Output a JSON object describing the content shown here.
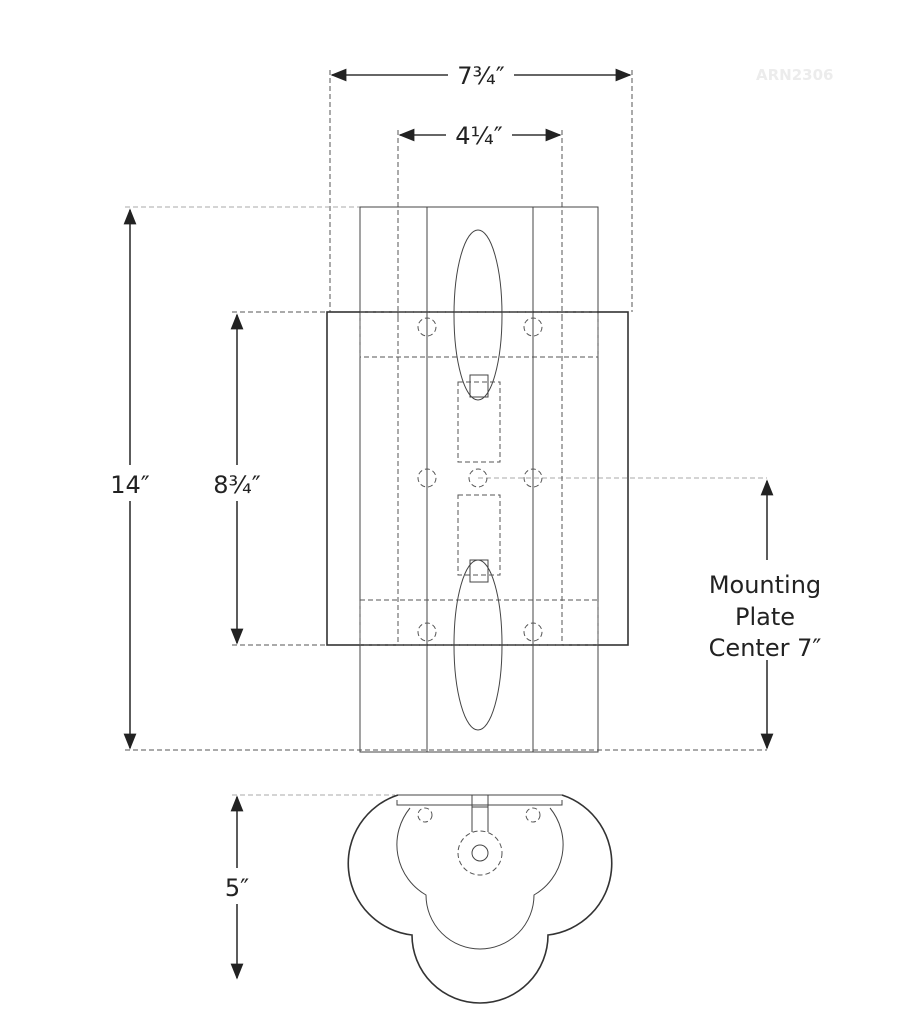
{
  "watermark": "ARN2306",
  "dimensions": {
    "overall_width": "7¾″",
    "backplate_width": "4¼″",
    "overall_height": "14″",
    "backplate_height": "8¾″",
    "depth": "5″",
    "mounting_line1": "Mounting",
    "mounting_line2": "Plate",
    "mounting_line3": "Center 7″"
  }
}
